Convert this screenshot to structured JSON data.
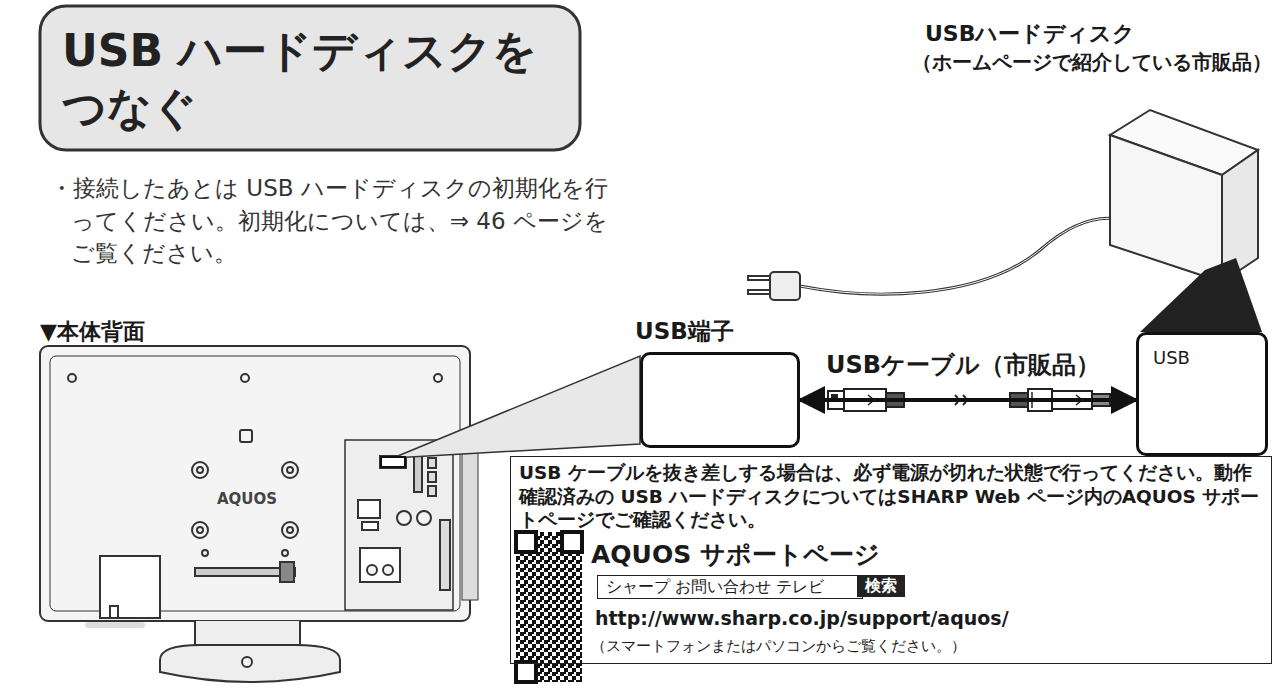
{
  "diagram": {
    "title": "USB ハードディスクを つなぐ",
    "nodes": [
      {
        "text": [
          "USB端子"
        ]
      },
      {
        "text": [
          "USB"
        ]
      },
      {
        "text": [
          "USB ケーブルを抜き差しする場合は、必ず電源が切れた状態で行ってください。動作確認済みの USB ハードディスクについてはSHARP Web ページ内のAQUOS サポートページでご確認ください。",
          "AQUOS サポートページ",
          "シャープ お問い合わせ テレビ",
          "検索",
          "http://www.sharp.co.jp/support/aquos/",
          "（スマートフォンまたはパソコンからご覧ください。）"
        ]
      }
    ],
    "edges": [
      {
        "from": 0,
        "to": 1,
        "arrow": "both",
        "label": "USBケーブル（市販品）"
      }
    ],
    "labels": [
      "・接続したあとは USB ハードディスクの初期化を行ってください。初期化については、⇒ 46 ページをご覧ください。",
      "▼本体背面",
      "AQUOS",
      "USBハードディスク",
      "（ホームページで紹介している市販品）"
    ]
  }
}
